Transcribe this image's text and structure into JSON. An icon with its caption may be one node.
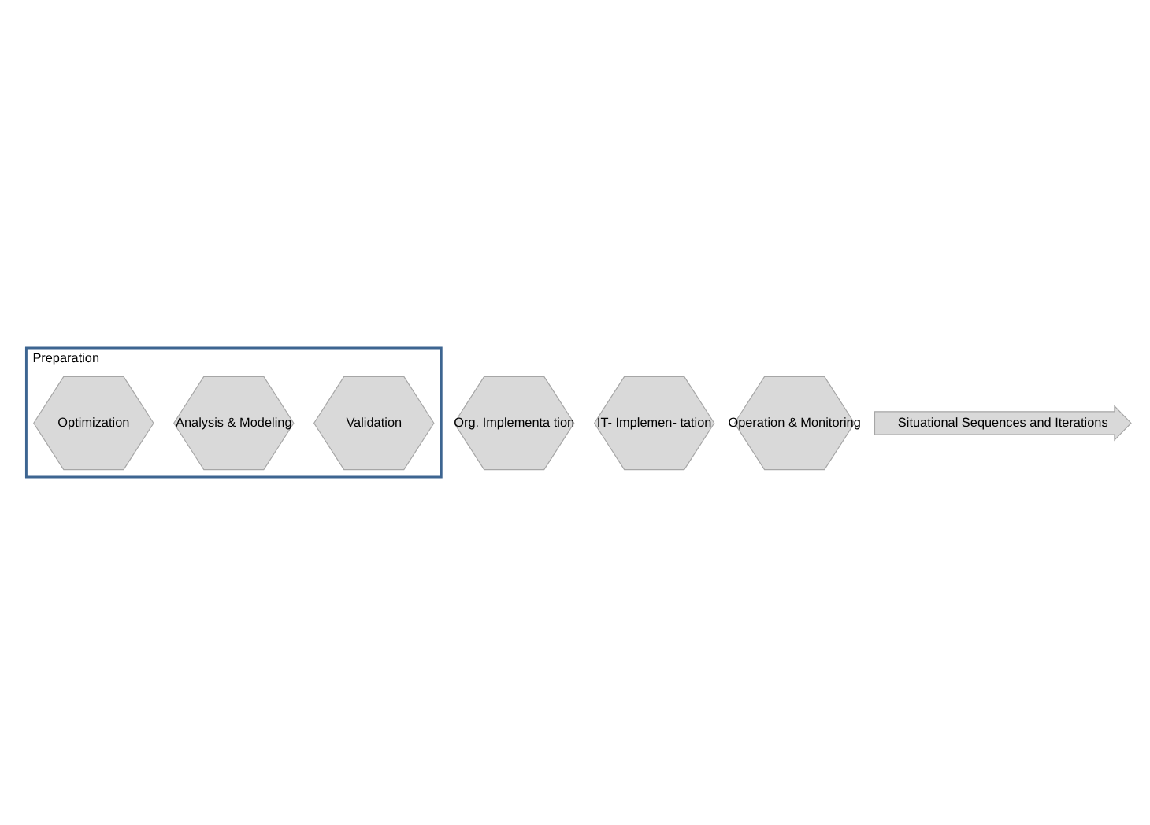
{
  "diagram": {
    "nodes": [
      {
        "text": [
          "Preparation"
        ]
      },
      {
        "text": [
          "Validation"
        ],
        "in": 0
      },
      {
        "text": [
          "Analysis & Modeling"
        ],
        "in": 0
      },
      {
        "text": [
          "Optimization"
        ],
        "in": 0
      },
      {
        "text": [
          "Org. Implementa tion"
        ]
      },
      {
        "text": [
          "IT- Implemen- tation"
        ]
      },
      {
        "text": [
          "Operation & Monitoring"
        ]
      },
      {
        "text": [
          "Situational Sequences and Iterations"
        ]
      }
    ],
    "edges": []
  }
}
